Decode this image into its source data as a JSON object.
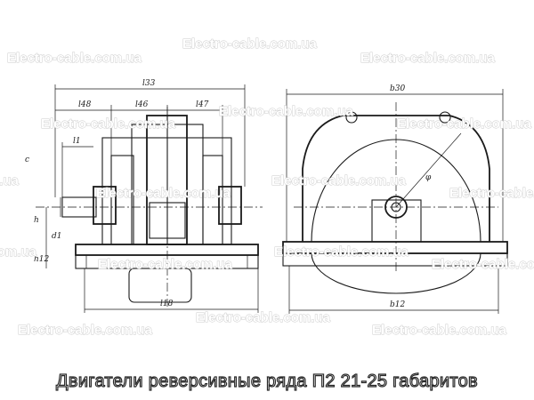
{
  "caption": "Двигатели реверсивные ряда П2 21-25 габаритов",
  "watermark": "Electro-cable.com.ua",
  "side_view_labels": {
    "l33": "l33",
    "l48": "l48",
    "l46": "l46",
    "l47": "l47",
    "l1": "l1",
    "l18": "l18",
    "h": "h",
    "d1": "d1",
    "h12": "h12",
    "c": "c"
  },
  "front_view_labels": {
    "b30": "b30",
    "b12": "b12",
    "phi": "φ"
  },
  "colors": {
    "line": "#1a1a1a",
    "background": "#ffffff",
    "watermark_outline": "#c8c8c8"
  }
}
